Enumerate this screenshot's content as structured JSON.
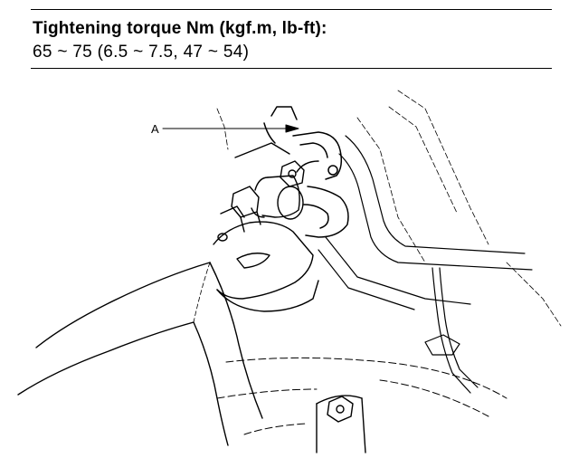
{
  "spec": {
    "title": "Tightening torque Nm (kgf.m, lb-ft):",
    "value": "65 ~ 75 (6.5 ~ 7.5, 47 ~ 54)"
  },
  "figure": {
    "callout_a": "A"
  }
}
